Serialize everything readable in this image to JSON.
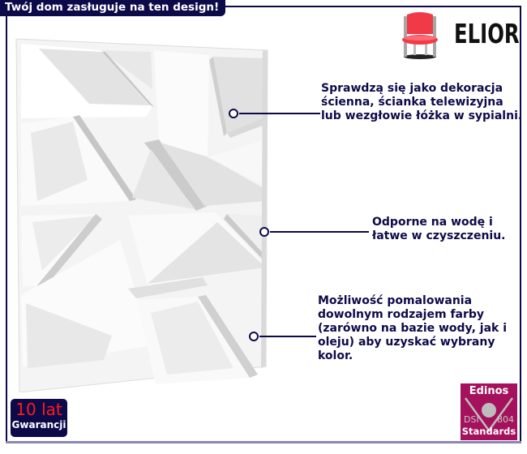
{
  "banner": {
    "headline": "Twój dom zasługuje na ten design!"
  },
  "brand": {
    "name": "ELIOR",
    "logo_icon": "red-chair-icon"
  },
  "product_image": {
    "description": "white 3D geometric wall panel"
  },
  "callouts": [
    {
      "text": "Sprawdzą się jako dekoracja ścienna, ścianka telewizyjna lub wezgłowie łóżka w sypialni."
    },
    {
      "text": "Odporne na wodę i łatwe w czyszczeniu."
    },
    {
      "text": "Możliwość pomalowania dowolnym rodzajem farby (zarówno na bazie wody, jak i oleju) aby uzyskać wybrany kolor."
    }
  ],
  "warranty_badge": {
    "years": "10 lat",
    "label": "Gwarancji"
  },
  "standards_badge": {
    "brand": "Edinos",
    "left_code": "DSI",
    "right_code": "804",
    "label": "Standards"
  },
  "colors": {
    "navy": "#0d0a4a",
    "frame_bottom": "#8a86b8",
    "warranty_red": "#ff1a1a",
    "edinos_magenta": "#a5115c",
    "chair_red": "#f03a48"
  }
}
